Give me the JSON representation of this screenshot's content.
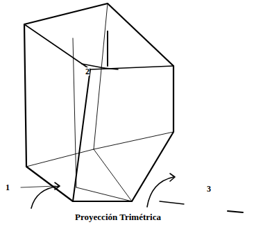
{
  "diagram": {
    "caption": "Proyección Trimétrica",
    "labels": [
      "1",
      "2",
      "3"
    ]
  }
}
